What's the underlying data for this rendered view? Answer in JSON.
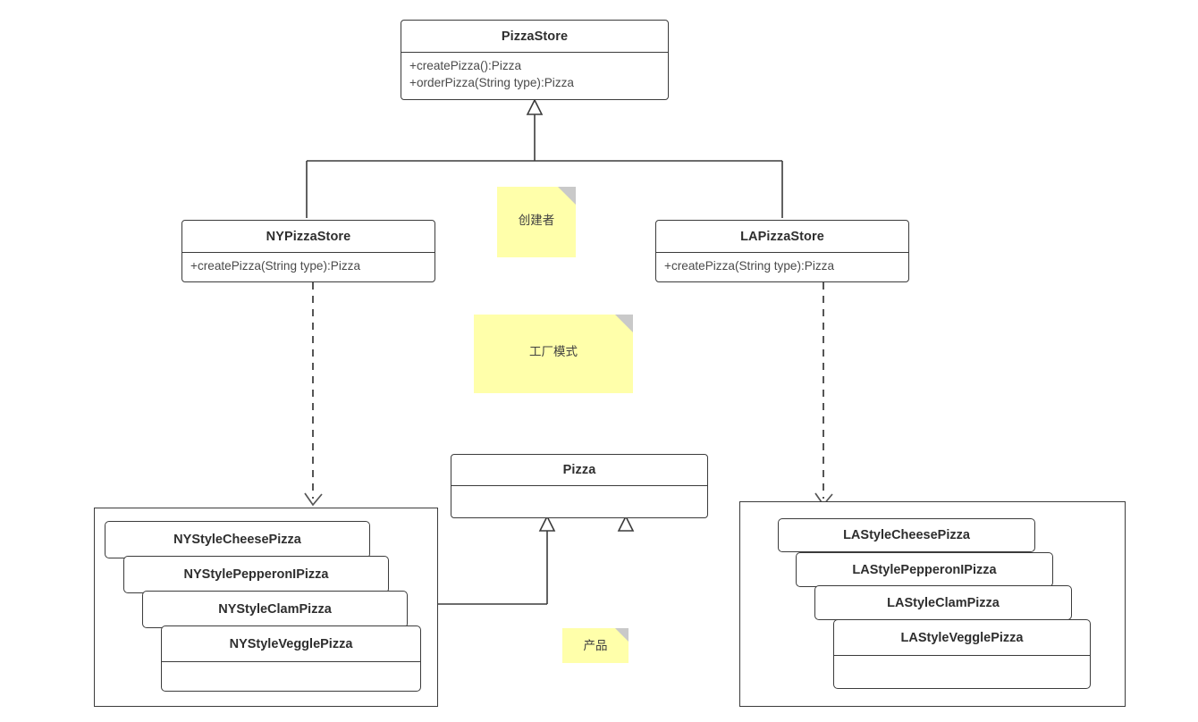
{
  "diagram": {
    "title": "Factory Method Pattern - Pizza Store UML Class Diagram",
    "colors": {
      "stroke": "#3b3b3b",
      "text": "#2e2e2e",
      "operation_text": "#4a4a4a",
      "sticky_fill": "#ffffaa",
      "sticky_fold": "#c9c9c9",
      "background": "#ffffff"
    }
  },
  "classes": {
    "pizza_store": {
      "name": "PizzaStore",
      "operations": [
        "+createPizza():Pizza",
        "+orderPizza(String type):Pizza"
      ]
    },
    "ny_pizza_store": {
      "name": "NYPizzaStore",
      "operations": [
        "+createPizza(String type):Pizza"
      ]
    },
    "la_pizza_store": {
      "name": "LAPizzaStore",
      "operations": [
        "+createPizza(String type):Pizza"
      ]
    },
    "pizza": {
      "name": "Pizza",
      "operations": []
    }
  },
  "ny_products": {
    "cards": [
      {
        "name": "NYStyleCheesePizza"
      },
      {
        "name": "NYStylePepperonIPizza"
      },
      {
        "name": "NYStyleClamPizza"
      },
      {
        "name": "NYStyleVegglePizza"
      }
    ]
  },
  "la_products": {
    "cards": [
      {
        "name": "LAStyleCheesePizza"
      },
      {
        "name": "LAStylePepperonIPizza"
      },
      {
        "name": "LAStyleClamPizza"
      },
      {
        "name": "LAStyleVegglePizza"
      }
    ]
  },
  "notes": {
    "creator": "创建者",
    "factory_pattern": "工厂模式",
    "product": "产品"
  }
}
